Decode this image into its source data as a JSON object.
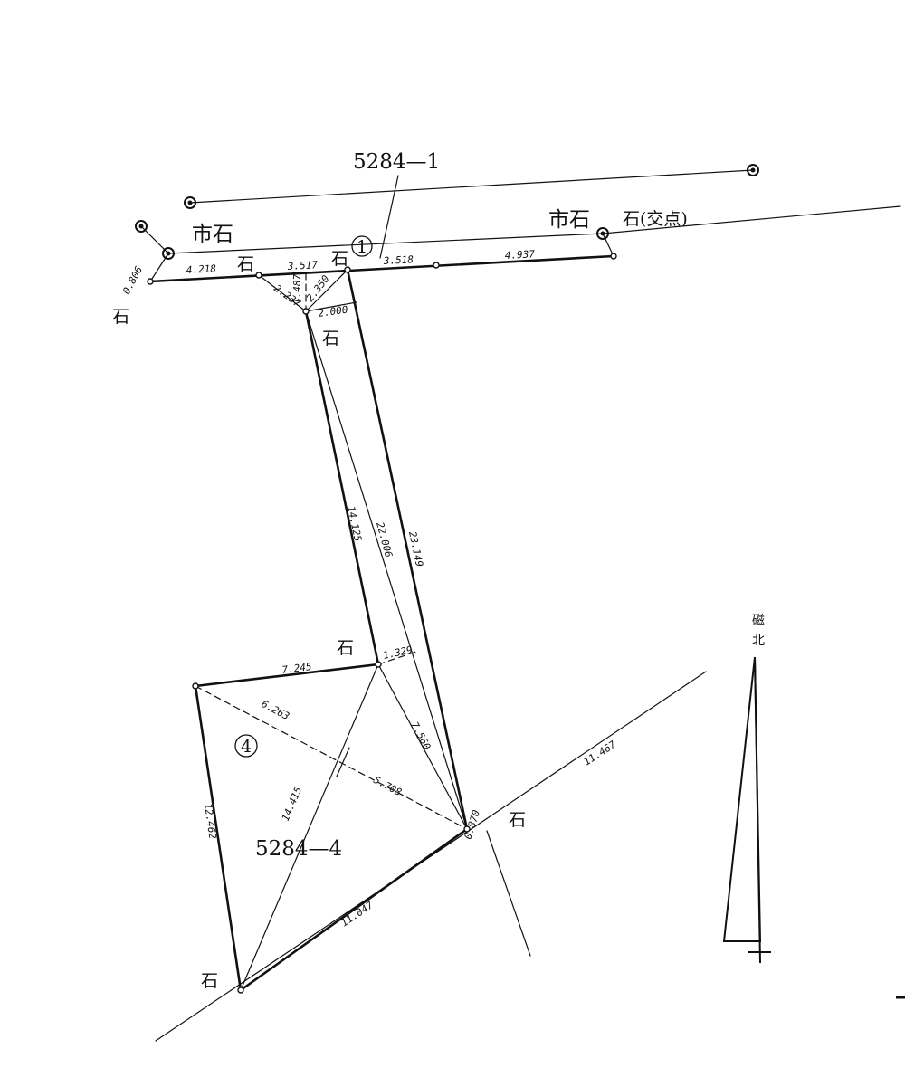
{
  "parcels": {
    "top": "5284—1",
    "bottom": "5284—4"
  },
  "parcel_marks": {
    "one": "1",
    "four": "4"
  },
  "stone_labels": {
    "ichiishi_left": "市石",
    "ichiishi_right": "市石",
    "intersection": "石(交点)",
    "stone": "石"
  },
  "compass": {
    "char1": "磁",
    "char2": "北"
  },
  "distances": {
    "d_0806": "0.806",
    "d_4218": "4.218",
    "d_3517": "3.517",
    "d_3518": "3.518",
    "d_4937": "4.937",
    "d_2237": "2.237",
    "d_1487": "1.487",
    "d_2350": "2.350",
    "d_2000": "2.000",
    "d_14125": "14.125",
    "d_22006": "22.006",
    "d_23149": "23.149",
    "d_1329": "1.329",
    "d_7245": "7.245",
    "d_6263": "6.263",
    "d_7560": "7.560",
    "d_11467": "11.467",
    "d_5708": "5.708",
    "d_14415": "14.415",
    "d_12462": "12.462",
    "d_0870": "0.870",
    "d_11047": "11.047"
  }
}
